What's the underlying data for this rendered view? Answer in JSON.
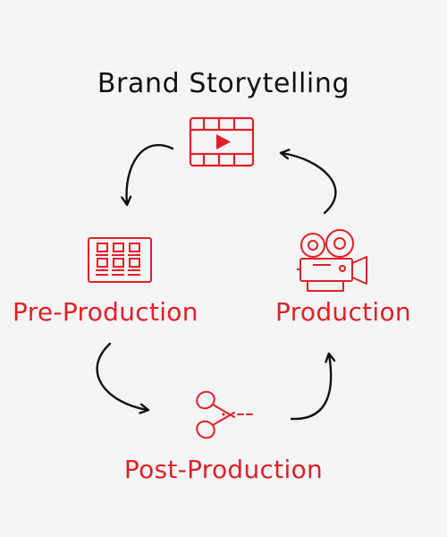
{
  "diagram": {
    "title": "Brand Storytelling",
    "stages": {
      "pre_production": "Pre-Production",
      "production": "Production",
      "post_production": "Post-Production"
    },
    "icons": {
      "top": "video-play-icon",
      "pre_production": "storyboard-icon",
      "production": "film-camera-icon",
      "post_production": "scissors-icon"
    },
    "colors": {
      "accent": "#e02027",
      "text": "#111111",
      "background": "#f5f5f5"
    }
  }
}
